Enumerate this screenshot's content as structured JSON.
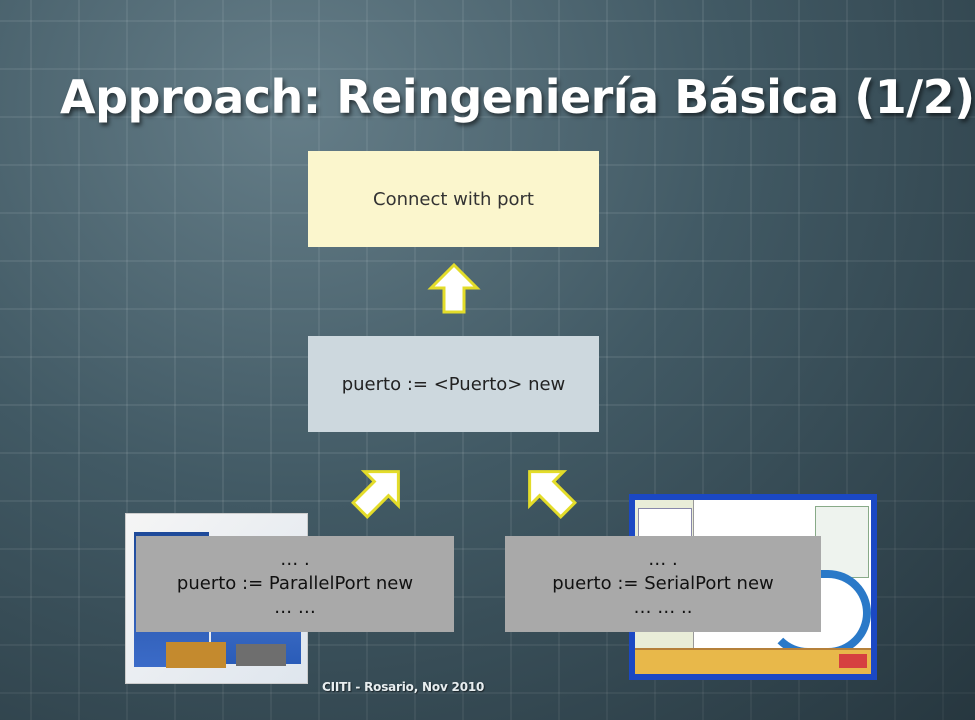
{
  "slide": {
    "title": "Approach: Reingeniería Básica (1/2)",
    "footer": "CIITI - Rosario, Nov 2010"
  },
  "diagram": {
    "top_box": "Connect with port",
    "middle_box": "puerto := <Puerto> new",
    "left_box": {
      "line1": "… .",
      "line2": "puerto := ParallelPort new",
      "line3": "… …"
    },
    "right_box": {
      "line1": "… .",
      "line2": "puerto := SerialPort new",
      "line3": "… … .."
    }
  },
  "colors": {
    "arrow_fill": "#ffffff",
    "arrow_stroke": "#e3dc2a",
    "top_box_fill": "#fbf6cd",
    "middle_box_fill": "#cdd8de",
    "lower_box_fill": "#a9a9a9"
  }
}
